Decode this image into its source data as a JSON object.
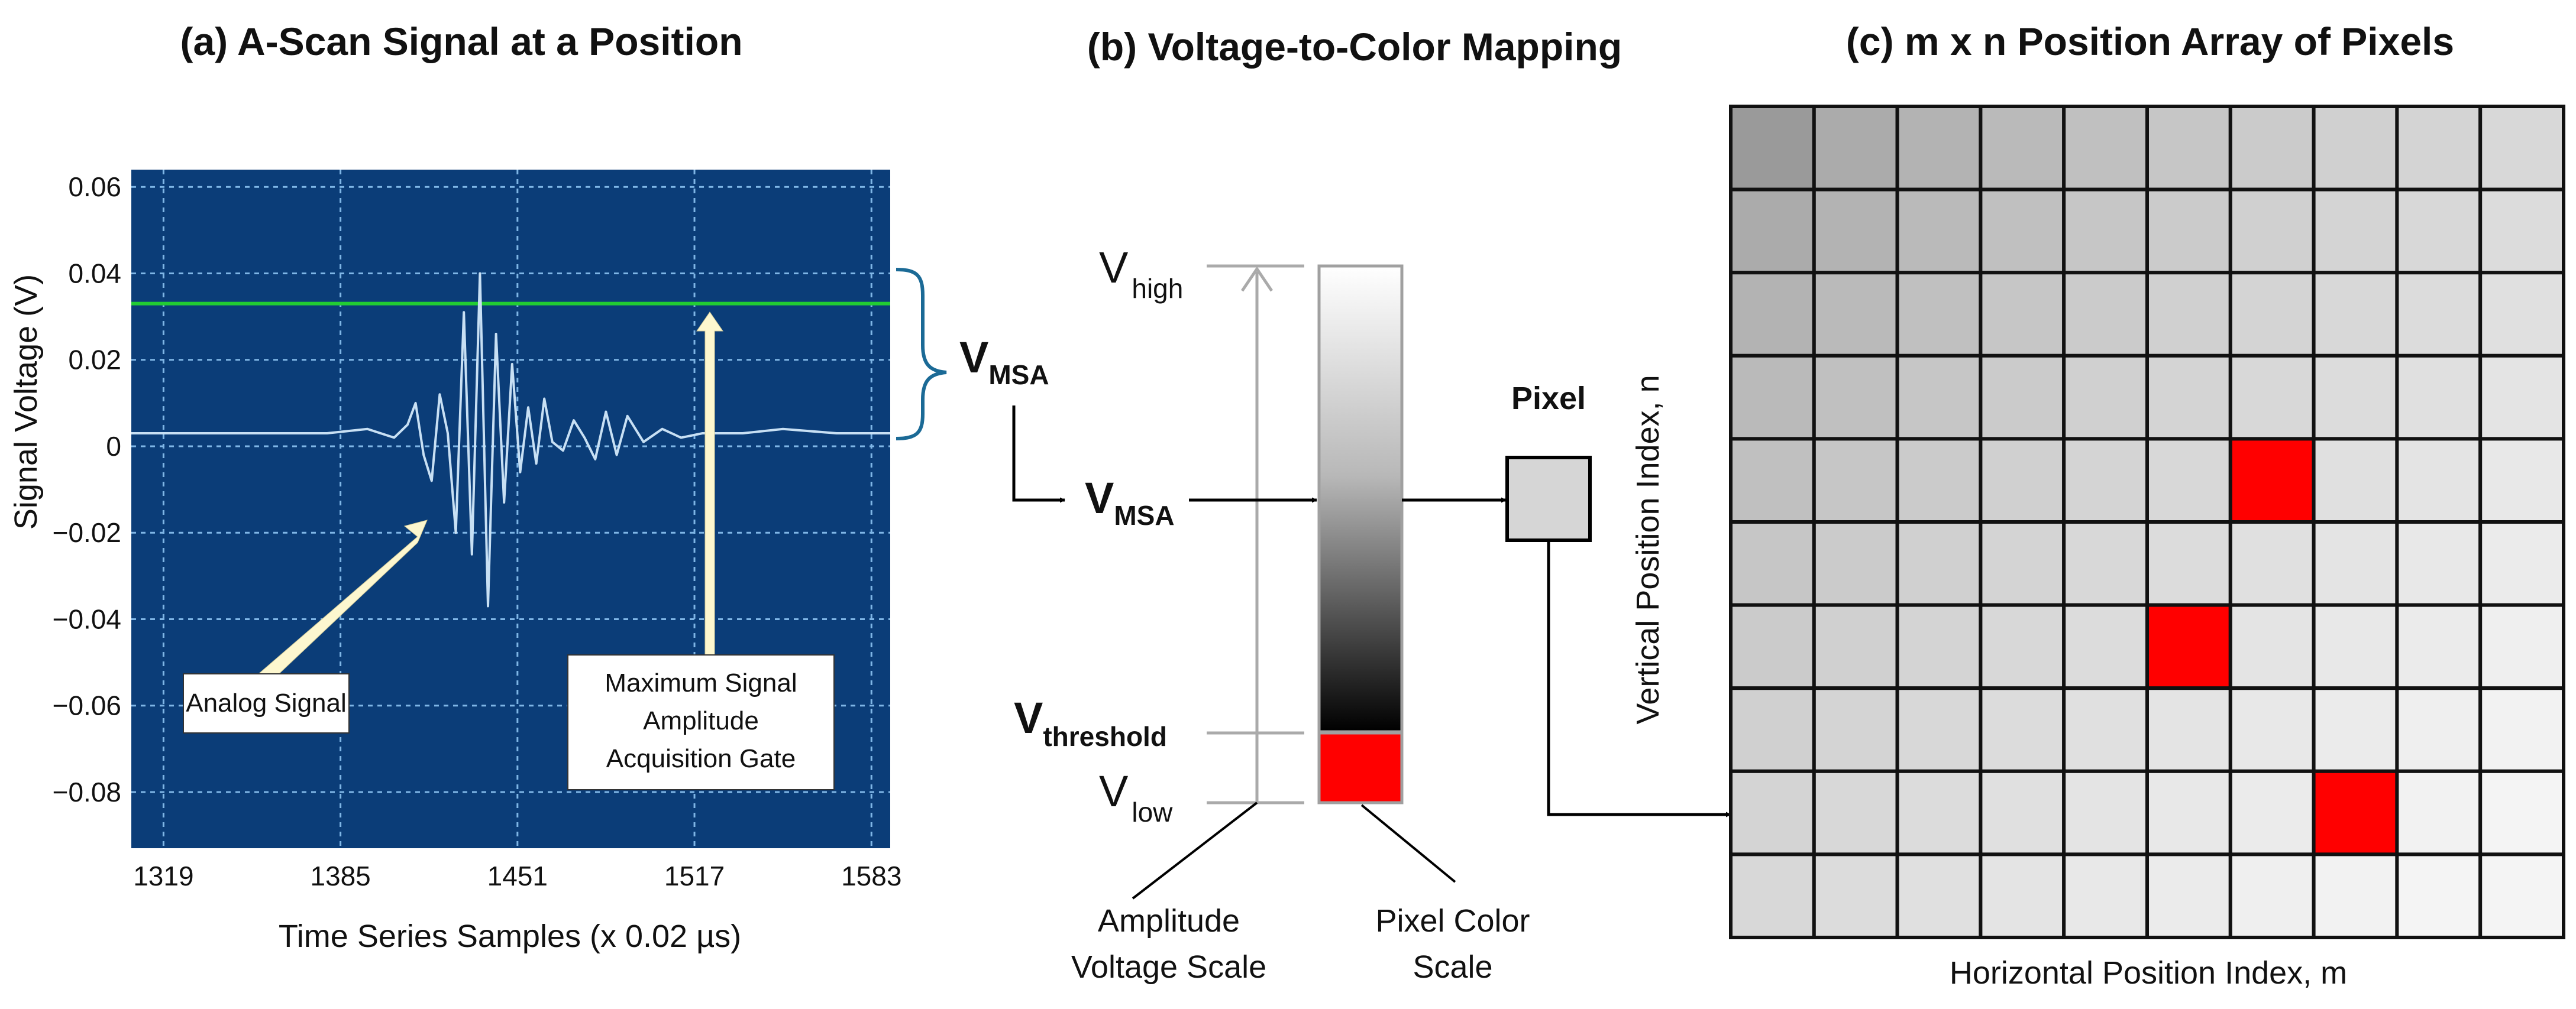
{
  "panel_a": {
    "title": "(a) A-Scan Signal at a Position",
    "ylabel": "Signal Voltage (V)",
    "xlabel": "Time Series Samples (x 0.02 µs)",
    "yticks": [
      "0.06",
      "0.04",
      "0.02",
      "0",
      "−0.02",
      "−0.04",
      "−0.06",
      "−0.08"
    ],
    "xticks": [
      "1319",
      "1385",
      "1451",
      "1517",
      "1583"
    ],
    "callout_signal": "Analog Signal",
    "callout_gate": [
      "Maximum Signal",
      "Amplitude",
      "Acquisition Gate"
    ],
    "vmsa_main": "V",
    "vmsa_sub": "MSA",
    "colors": {
      "plot_bg": "#0b3d78",
      "gate_line": "#22cc33",
      "signal": "#c8e0f4",
      "grid": "#7fb6e6",
      "brace": "#1b6a96",
      "arrow_fill": "#fdf7cf"
    }
  },
  "chart_data": {
    "type": "line",
    "title": "",
    "xlabel": "Time Series Samples (x 0.02 µs)",
    "ylabel": "Signal Voltage (V)",
    "xlim": [
      1307,
      1590
    ],
    "ylim": [
      -0.093,
      0.064
    ],
    "x_ticks": [
      1319,
      1385,
      1451,
      1517,
      1583
    ],
    "y_ticks": [
      0.06,
      0.04,
      0.02,
      0,
      -0.02,
      -0.04,
      -0.06,
      -0.08
    ],
    "grid": true,
    "gate_level": 0.033,
    "baseline": 0.003,
    "series": [
      {
        "x": [
          1307,
          1330,
          1350,
          1380,
          1395,
          1405,
          1410,
          1413,
          1416,
          1419,
          1422,
          1425,
          1428,
          1431,
          1434,
          1437,
          1440,
          1443,
          1446,
          1449,
          1452,
          1455,
          1458,
          1461,
          1464,
          1468,
          1472,
          1476,
          1480,
          1484,
          1488,
          1492,
          1498,
          1505,
          1512,
          1520,
          1535,
          1550,
          1570,
          1590
        ],
        "values": [
          0.003,
          0.003,
          0.003,
          0.003,
          0.004,
          0.002,
          0.005,
          0.01,
          -0.002,
          -0.008,
          0.012,
          0.003,
          -0.02,
          0.031,
          -0.025,
          0.04,
          -0.037,
          0.026,
          -0.013,
          0.019,
          -0.006,
          0.009,
          -0.004,
          0.011,
          0.001,
          -0.001,
          0.006,
          0.002,
          -0.003,
          0.008,
          -0.002,
          0.007,
          0.001,
          0.004,
          0.002,
          0.003,
          0.003,
          0.004,
          0.003,
          0.003
        ]
      }
    ]
  },
  "panel_b": {
    "title": "(b) Voltage-to-Color Mapping",
    "v_high_main": "V",
    "v_high_sub": "high",
    "v_low_main": "V",
    "v_low_sub": "low",
    "v_thr_main": "V",
    "v_thr_sub": "threshold",
    "vmsa_main": "V",
    "vmsa_sub": "MSA",
    "pixel_label": "Pixel",
    "scale_label": [
      "Amplitude",
      "Voltage Scale"
    ],
    "color_label": [
      "Pixel Color",
      "Scale"
    ],
    "colors": {
      "scale_line": "#aaaaaa",
      "red": "#ff0000",
      "pixel_fill": "#d6d6d6"
    }
  },
  "panel_c": {
    "title": "(c) m x n Position Array of Pixels",
    "ylabel": "Vertical Position Index, n",
    "xlabel": "Horizontal Position Index, m",
    "cols": 10,
    "rows": 10,
    "red_cells": [
      [
        6,
        4
      ],
      [
        5,
        6
      ],
      [
        7,
        8
      ]
    ],
    "colors": {
      "dark": "#9a9a9a",
      "light": "#f4f4f4",
      "red": "#ff0000",
      "grid": "#111111"
    }
  }
}
